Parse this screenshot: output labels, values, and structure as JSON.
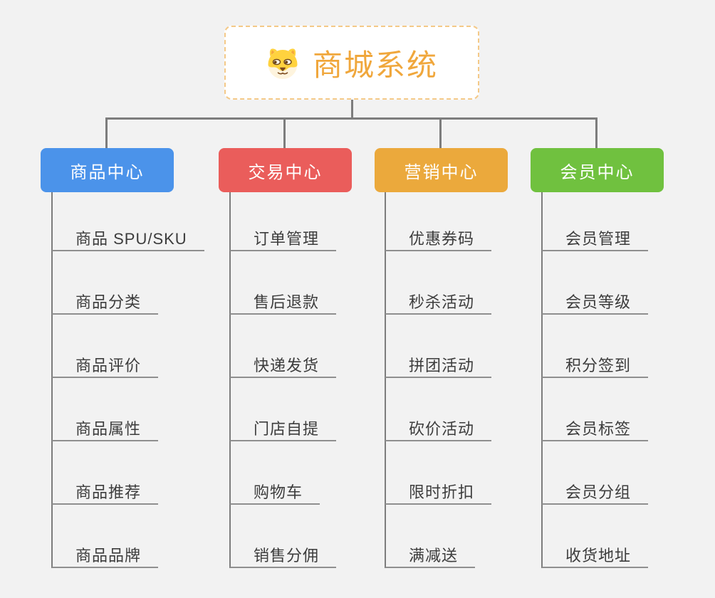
{
  "app": {
    "background_color": "#F2F2F2",
    "connector_color": "#7D7D7D",
    "leaf_line_color": "#8F8F8F"
  },
  "root": {
    "title": "商城系统",
    "icon": "dog-face-icon",
    "text_color": "#F0A73C",
    "border_color": "#F4C988"
  },
  "branches": [
    {
      "label": "商品中心",
      "color": "#4B93EA",
      "children": [
        "商品 SPU/SKU",
        "商品分类",
        "商品评价",
        "商品属性",
        "商品推荐",
        "商品品牌"
      ]
    },
    {
      "label": "交易中心",
      "color": "#EA5D5B",
      "children": [
        "订单管理",
        "售后退款",
        "快递发货",
        "门店自提",
        "购物车",
        "销售分佣"
      ]
    },
    {
      "label": "营销中心",
      "color": "#EBA93C",
      "children": [
        "优惠券码",
        "秒杀活动",
        "拼团活动",
        "砍价活动",
        "限时折扣",
        "满减送"
      ]
    },
    {
      "label": "会员中心",
      "color": "#70C13F",
      "children": [
        "会员管理",
        "会员等级",
        "积分签到",
        "会员标签",
        "会员分组",
        "收货地址"
      ]
    }
  ]
}
